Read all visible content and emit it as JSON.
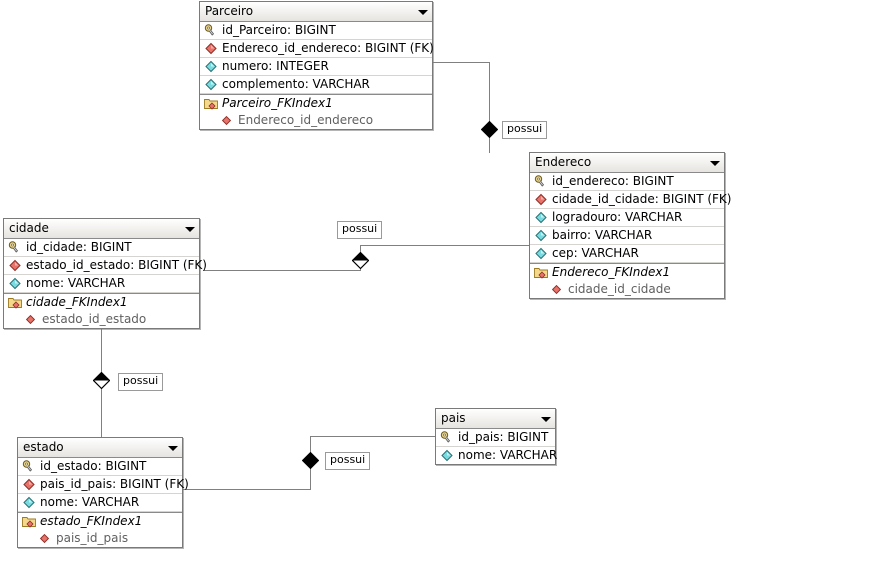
{
  "diagram": {
    "title": "ER Diagram",
    "background_color": "#ffffff",
    "line_color": "#808080",
    "border_color": "#7a7a7a",
    "icons": {
      "primary_key": "key-icon",
      "foreign_key": "red-diamond-icon",
      "column": "cyan-diamond-icon",
      "index": "folder-index-icon",
      "dropdown": "caret-down-icon",
      "relationship": "filled-diamond-icon"
    }
  },
  "tables": [
    {
      "name": "Parceiro",
      "columns": [
        {
          "icon": "key-icon",
          "label": "id_Parceiro: BIGINT"
        },
        {
          "icon": "red-diamond-icon",
          "label": "Endereco_id_endereco: BIGINT (FK)"
        },
        {
          "icon": "cyan-diamond-icon",
          "label": "numero: INTEGER"
        },
        {
          "icon": "cyan-diamond-icon",
          "label": "complemento: VARCHAR"
        }
      ],
      "index": {
        "icon": "folder-index-icon",
        "label": "Parceiro_FKIndex1",
        "columns": [
          {
            "icon": "red-diamond-icon",
            "label": "Endereco_id_endereco"
          }
        ]
      }
    },
    {
      "name": "Endereco",
      "columns": [
        {
          "icon": "key-icon",
          "label": "id_endereco: BIGINT"
        },
        {
          "icon": "red-diamond-icon",
          "label": "cidade_id_cidade: BIGINT (FK)"
        },
        {
          "icon": "cyan-diamond-icon",
          "label": "logradouro: VARCHAR"
        },
        {
          "icon": "cyan-diamond-icon",
          "label": "bairro: VARCHAR"
        },
        {
          "icon": "cyan-diamond-icon",
          "label": "cep: VARCHAR"
        }
      ],
      "index": {
        "icon": "folder-index-icon",
        "label": "Endereco_FKIndex1",
        "columns": [
          {
            "icon": "red-diamond-icon",
            "label": "cidade_id_cidade"
          }
        ]
      }
    },
    {
      "name": "cidade",
      "columns": [
        {
          "icon": "key-icon",
          "label": "id_cidade: BIGINT"
        },
        {
          "icon": "red-diamond-icon",
          "label": "estado_id_estado: BIGINT (FK)"
        },
        {
          "icon": "cyan-diamond-icon",
          "label": "nome: VARCHAR"
        }
      ],
      "index": {
        "icon": "folder-index-icon",
        "label": "cidade_FKIndex1",
        "columns": [
          {
            "icon": "red-diamond-icon",
            "label": "estado_id_estado"
          }
        ]
      }
    },
    {
      "name": "estado",
      "columns": [
        {
          "icon": "key-icon",
          "label": "id_estado: BIGINT"
        },
        {
          "icon": "red-diamond-icon",
          "label": "pais_id_pais: BIGINT (FK)"
        },
        {
          "icon": "cyan-diamond-icon",
          "label": "nome: VARCHAR"
        }
      ],
      "index": {
        "icon": "folder-index-icon",
        "label": "estado_FKIndex1",
        "columns": [
          {
            "icon": "red-diamond-icon",
            "label": "pais_id_pais"
          }
        ]
      }
    },
    {
      "name": "pais",
      "columns": [
        {
          "icon": "key-icon",
          "label": "id_pais: BIGINT"
        },
        {
          "icon": "cyan-diamond-icon",
          "label": "nome: VARCHAR"
        }
      ],
      "index": null
    }
  ],
  "relationships": [
    {
      "label": "possui",
      "from": "Parceiro",
      "to": "Endereco"
    },
    {
      "label": "possui",
      "from": "cidade",
      "to": "Endereco"
    },
    {
      "label": "possui",
      "from": "cidade",
      "to": "estado"
    },
    {
      "label": "possui",
      "from": "estado",
      "to": "pais"
    }
  ]
}
